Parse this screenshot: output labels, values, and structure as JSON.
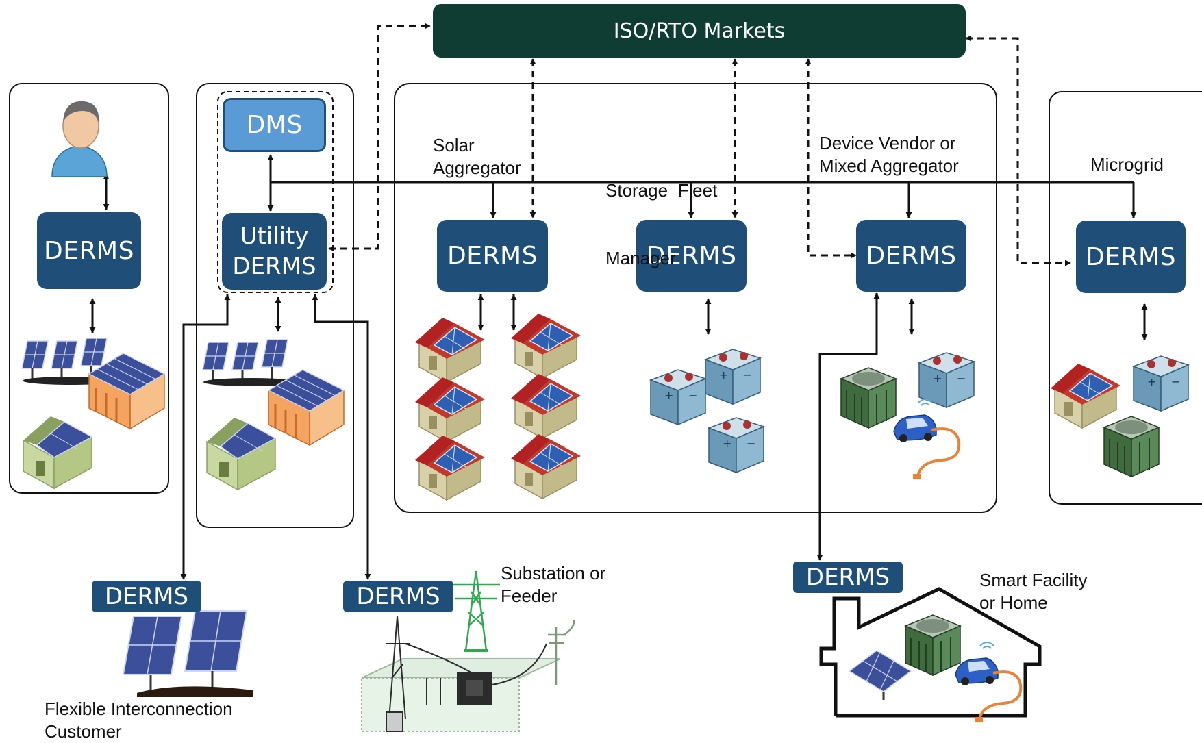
{
  "nodes": {
    "iso_markets": "ISO/RTO Markets",
    "dms": "DMS",
    "utility_derms": [
      "Utility",
      "DERMS"
    ],
    "derms_customer": "DERMS",
    "derms_solar": "DERMS",
    "derms_storage": "DERMS",
    "derms_vendor": "DERMS",
    "derms_microgrid": "DERMS",
    "derms_flex": "DERMS",
    "derms_substation": "DERMS",
    "derms_smart_home": "DERMS"
  },
  "labels": {
    "solar_aggregator": [
      "Solar",
      "Aggregator"
    ],
    "storage_fleet_manager": [
      "Storage  Fleet",
      "Manager"
    ],
    "device_vendor": [
      "Device Vendor or",
      "Mixed Aggregator"
    ],
    "microgrid": "Microgrid",
    "substation": [
      "Substation or",
      "Feeder"
    ],
    "smart_facility": [
      "Smart Facility",
      "or Home"
    ],
    "flexible_interconnection": [
      "Flexible Interconnection",
      "Customer"
    ]
  },
  "colors": {
    "derms_blue": "#1f4e79",
    "dms_blue": "#5b9bd5",
    "iso_green": "#0f3d33",
    "line": "#111111"
  },
  "icons": [
    "person-icon",
    "solar-panel-icon",
    "solar-building-icon",
    "solar-house-icon",
    "battery-icon",
    "hvac-unit-icon",
    "electric-vehicle-icon",
    "transmission-tower-icon",
    "substation-icon",
    "utility-pole-icon",
    "house-outline-icon"
  ]
}
